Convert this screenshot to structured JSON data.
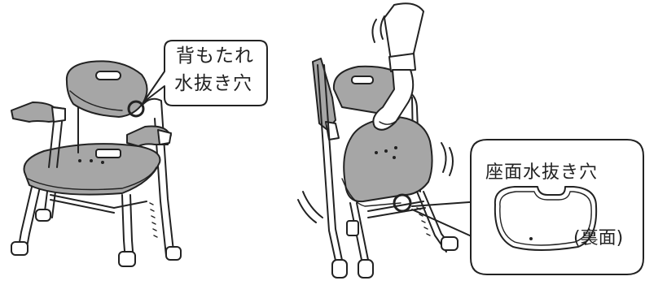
{
  "callouts": {
    "backrest_label_line1": "背もたれ",
    "backrest_label_line2": "水抜き穴",
    "seat_label": "座面水抜き穴",
    "seat_reverse_label": "(裏面)"
  },
  "colors": {
    "panel_fill": "#a6a6a6",
    "outline": "#222222",
    "frame_fill": "#ffffff",
    "background": "#ffffff"
  }
}
